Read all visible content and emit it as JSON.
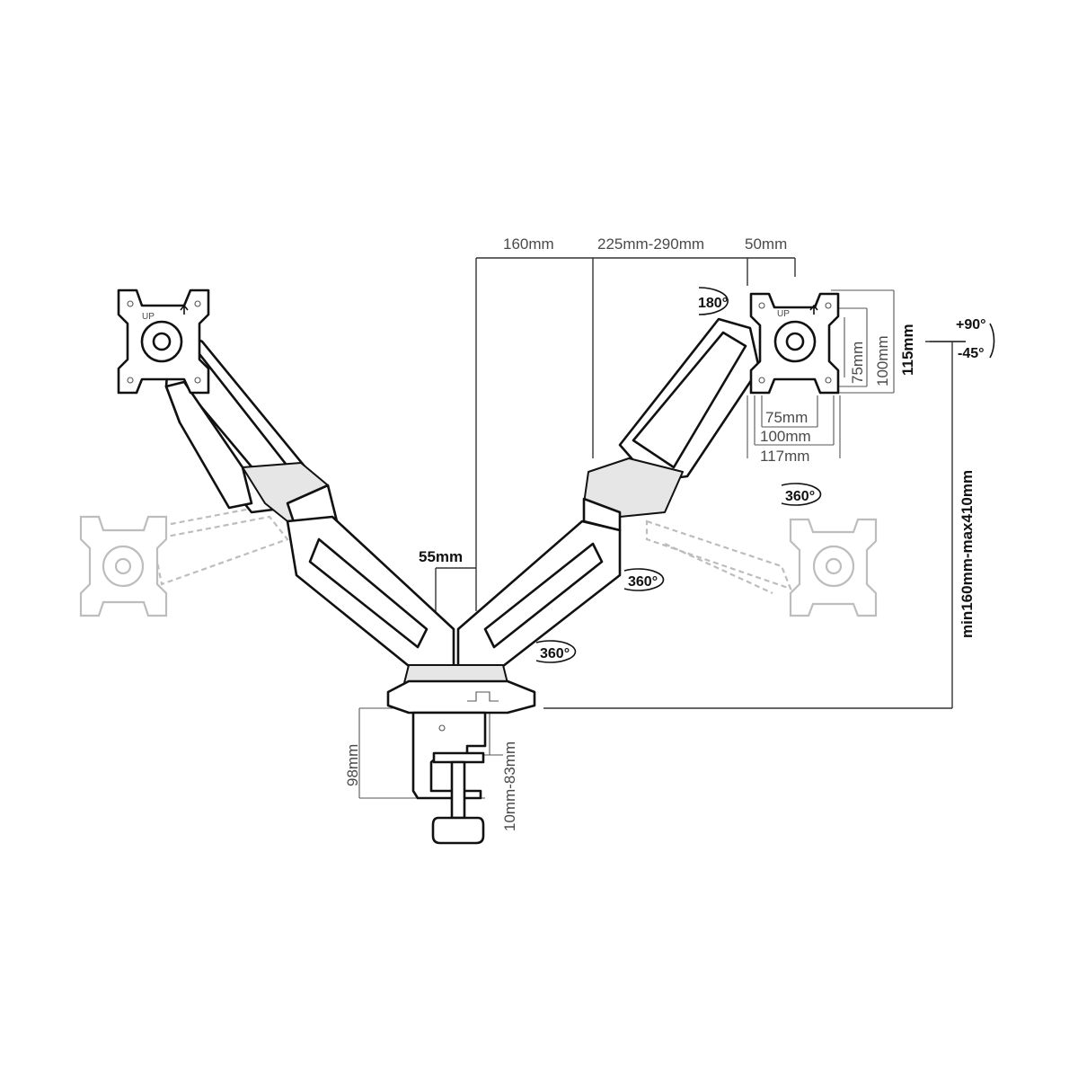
{
  "diagram": {
    "dimensions": {
      "offset_center": "160mm",
      "arm_reach": "225mm-290mm",
      "mount_offset": "50mm",
      "pole_width": "55mm",
      "vesa_h_75": "75mm",
      "vesa_h_100": "100mm",
      "vesa_h_117": "117mm",
      "vesa_v_75": "75mm",
      "vesa_v_100": "100mm",
      "vesa_v_115": "115mm",
      "height_range": "min160mm-max410mm",
      "clamp_height": "98mm",
      "desk_thickness": "10mm-83mm"
    },
    "rotations": {
      "head_rotation": "180°",
      "tilt_up": "+90°",
      "tilt_down": "-45°",
      "swivel_head": "360°",
      "swivel_elbow": "360°",
      "swivel_base": "360°"
    },
    "labels": {
      "up_mark_left": "UP",
      "up_mark_right": "UP"
    }
  }
}
